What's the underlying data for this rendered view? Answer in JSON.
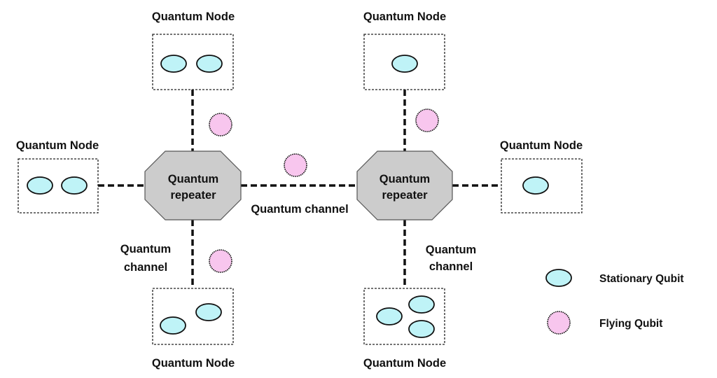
{
  "labels": {
    "node": "Quantum Node",
    "repeater_line1": "Quantum",
    "repeater_line2": "repeater",
    "channel_center": "Quantum channel",
    "channel_line1": "Quantum",
    "channel_line2": "channel"
  },
  "legend": {
    "stationary": "Stationary Qubit",
    "flying": "Flying Qubit"
  },
  "colors": {
    "stationary_qubit": "#bff3f7",
    "flying_qubit": "#f8c6ee",
    "repeater": "#cccccc"
  }
}
